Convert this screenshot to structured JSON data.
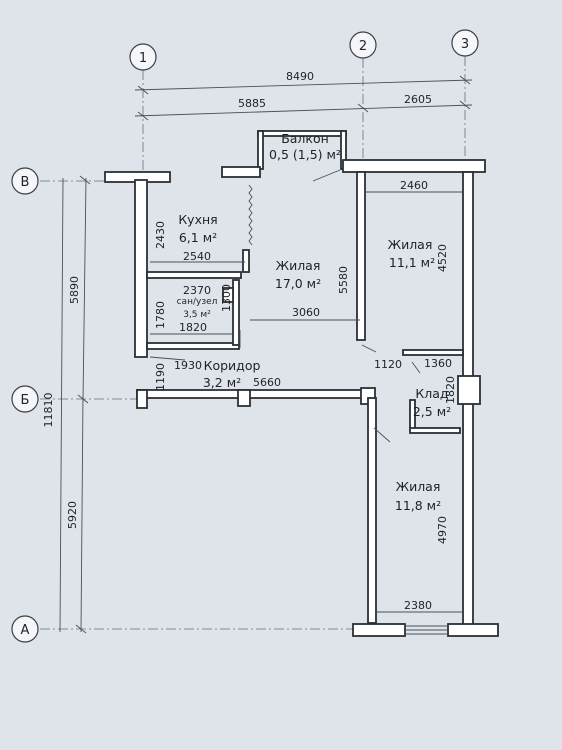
{
  "plan": {
    "axes": [
      "1",
      "2",
      "3",
      "В",
      "Б",
      "А"
    ],
    "overall_dims": {
      "top_total": "8490",
      "top_left": "5885",
      "top_right": "2605",
      "left_total": "11810",
      "left_upper": "5890",
      "left_lower": "5920"
    },
    "rooms": {
      "balcony": {
        "name": "Балкон",
        "area": "0,5 (1,5) м²"
      },
      "kitchen": {
        "name": "Кухня",
        "area": "6,1 м²"
      },
      "living_main": {
        "name": "Жилая",
        "area": "17,0 м²"
      },
      "living_ne": {
        "name": "Жилая",
        "area": "11,1 м²"
      },
      "bathroom": {
        "name": "сан/узел",
        "area": "3,5 м²"
      },
      "corridor": {
        "name": "Коридор",
        "area": "3,2 м²"
      },
      "storage": {
        "name": "Клад",
        "area": "2,5 м²"
      },
      "living_se": {
        "name": "Жилая",
        "area": "11,8 м²"
      }
    },
    "inner_dims": {
      "d2430": "2430",
      "d2540": "2540",
      "d2370": "2370",
      "d1780": "1780",
      "d1300": "1300",
      "d1820a": "1820",
      "d3060": "3060",
      "d5580": "5580",
      "d2460": "2460",
      "d4520": "4520",
      "d1930": "1930",
      "d1190": "1190",
      "d5660": "5660",
      "d1120": "1120",
      "d1360": "1360",
      "d1820b": "1820",
      "d4970": "4970",
      "d2380": "2380"
    }
  }
}
